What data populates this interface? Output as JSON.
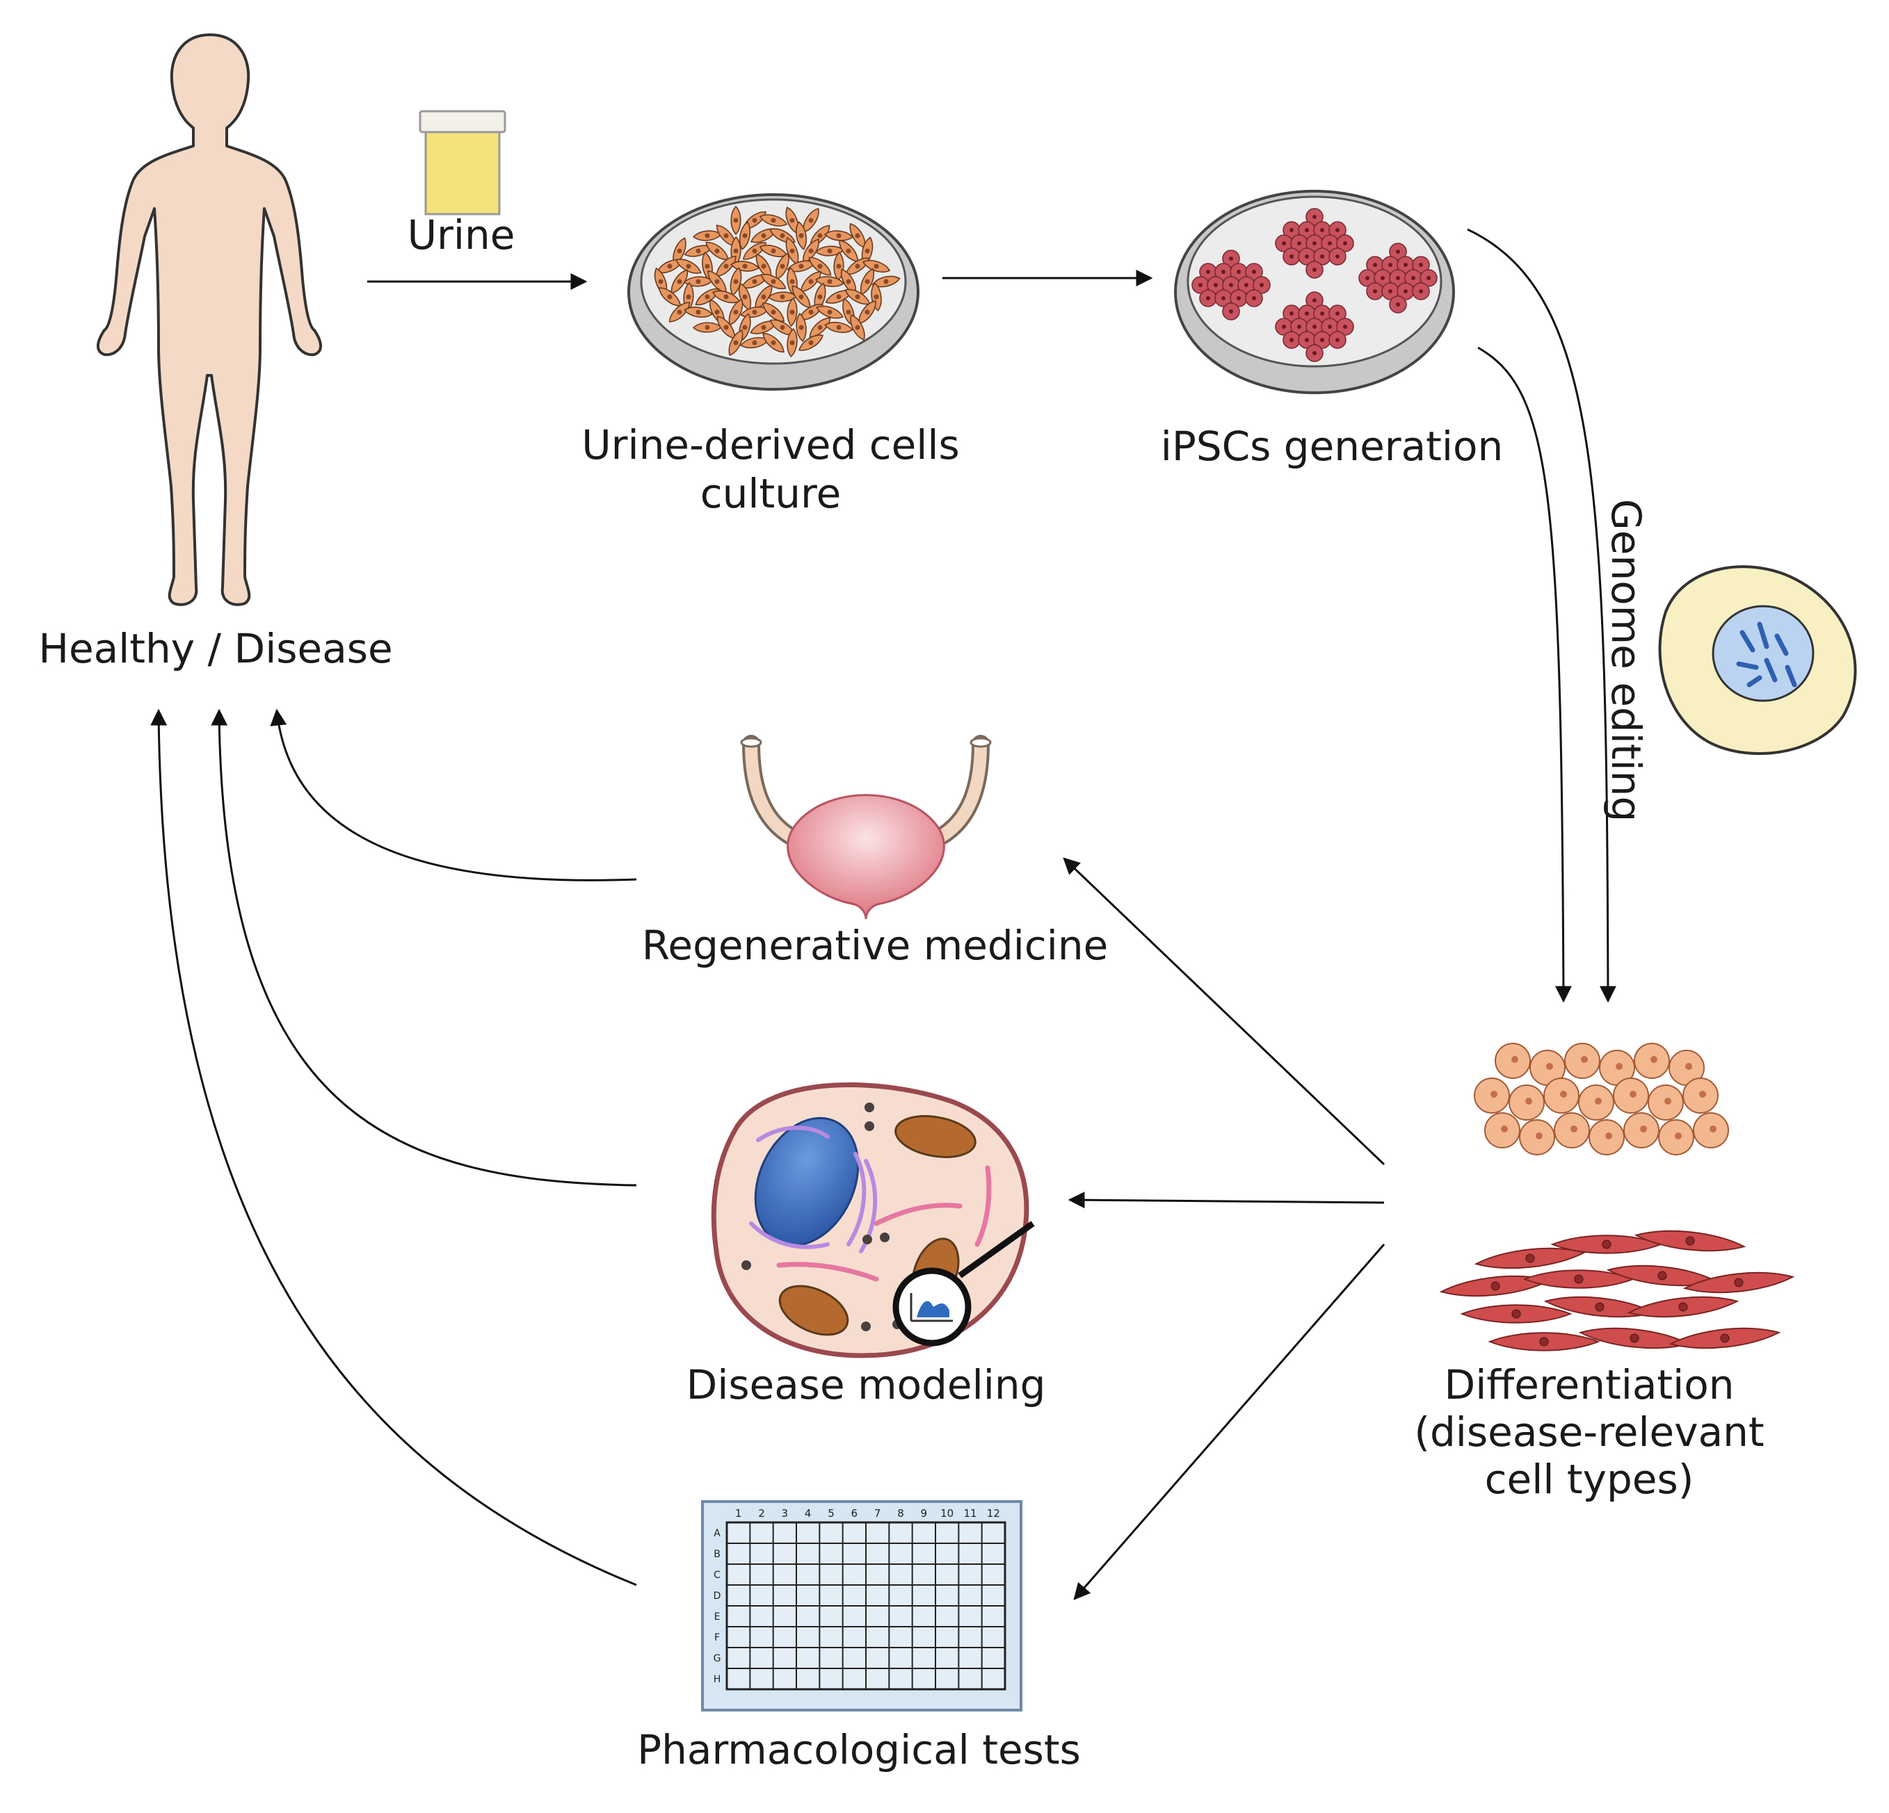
{
  "labels": {
    "urine": "Urine",
    "culture_line1": "Urine-derived cells",
    "culture_line2": "culture",
    "ipsc": "iPSCs generation",
    "genome": "Genome editing",
    "person": "Healthy / Disease",
    "regen": "Regenerative medicine",
    "modeling": "Disease modeling",
    "pharma": "Pharmacological tests",
    "diff_line1": "Differentiation",
    "diff_line2": "(disease-relevant",
    "diff_line3": "cell types)"
  },
  "plate": {
    "columns": [
      "1",
      "2",
      "3",
      "4",
      "5",
      "6",
      "7",
      "8",
      "9",
      "10",
      "11",
      "12"
    ],
    "rows": [
      "A",
      "B",
      "C",
      "D",
      "E",
      "F",
      "G",
      "H"
    ]
  },
  "colors": {
    "skin": "#f3d9c6",
    "urine": "#f5e27a",
    "dish": "#d4d4d4",
    "fibroblast": "#e7965f",
    "ipsc_cell": "#c9525f",
    "muscle_cell": "#cf4d4d",
    "round_cell": "#f4b890",
    "nucleus_blue": "#3b6fbe",
    "plate_fill": "#d7e6f3"
  }
}
